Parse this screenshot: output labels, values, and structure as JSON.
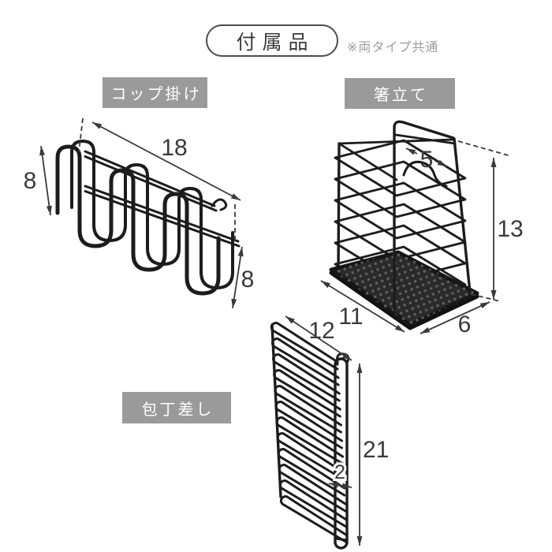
{
  "header": {
    "title": "付属品",
    "note": "※両タイプ共通"
  },
  "products": {
    "cup_hanger": {
      "label": "コップ掛け",
      "dims": {
        "width": "18",
        "hook_height": "8",
        "drop_height": "8"
      }
    },
    "chopstick_stand": {
      "label": "箸立て",
      "dims": {
        "hook_width": "5",
        "height": "13",
        "width": "11",
        "depth": "6"
      }
    },
    "knife_holder": {
      "label": "包丁差し",
      "dims": {
        "width": "12",
        "height": "21",
        "depth": "2"
      }
    }
  },
  "colors": {
    "wire": "#1c1c1c",
    "dimension_line": "#3a3a3a",
    "label_background": "#9a9a9a",
    "label_text": "#ffffff",
    "note_text": "#9c9c9c",
    "title_border": "#4d4d4d",
    "title_text": "#3b3b3b",
    "background": "#ffffff"
  }
}
